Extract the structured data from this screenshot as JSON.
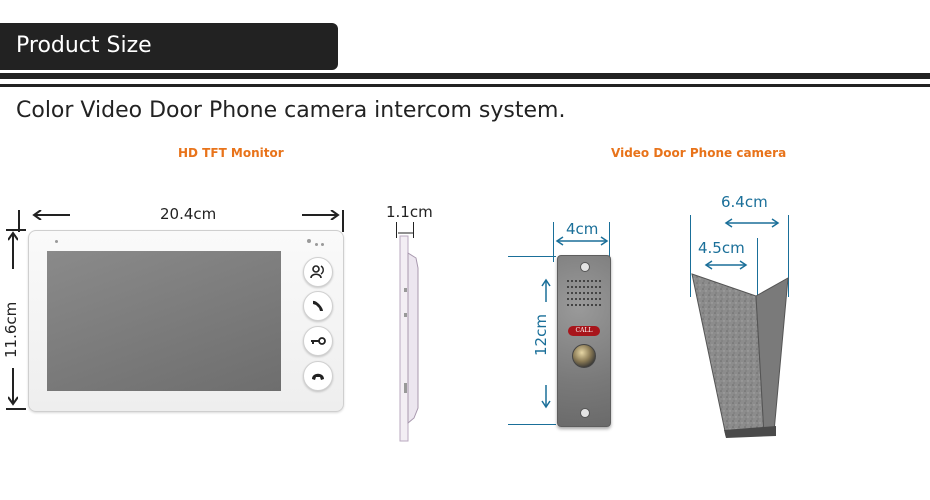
{
  "header": {
    "title": "Product Size"
  },
  "subtitle": "Color Video Door Phone camera intercom system.",
  "sections": {
    "monitor_label": "HD TFT Monitor",
    "camera_label": "Video Door Phone camera"
  },
  "dimensions": {
    "monitor_width": "20.4cm",
    "monitor_height": "11.6cm",
    "monitor_depth": "1.1cm",
    "camera_width": "4cm",
    "camera_height": "12cm",
    "shield_top": "6.4cm",
    "shield_bottom": "4.5cm"
  },
  "camera": {
    "call_label": "CALL"
  },
  "colors": {
    "header_bg": "#222222",
    "section_label": "#e8731a",
    "dimension_blue": "#1a6f99",
    "call_red": "#a8151b"
  },
  "icons": {
    "monitor_buttons": [
      "intercom-icon",
      "phone-answer-icon",
      "unlock-key-icon",
      "phone-hangup-icon"
    ]
  }
}
